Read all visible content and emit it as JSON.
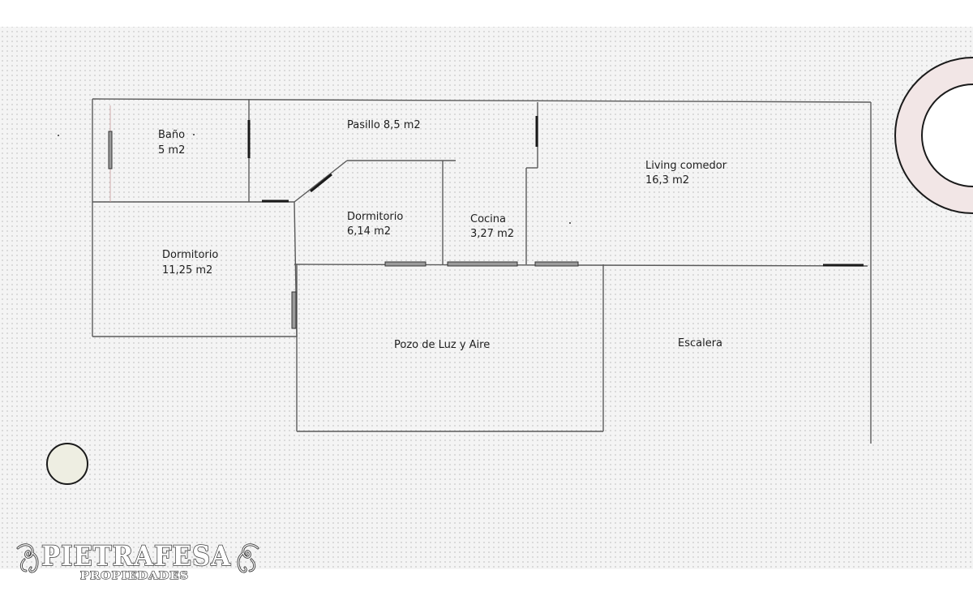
{
  "plan": {
    "rooms": [
      {
        "name": "Baño",
        "area": "5 m2"
      },
      {
        "name": "Pasillo 8,5 m2",
        "area": ""
      },
      {
        "name": "Living comedor",
        "area": "16,3 m2"
      },
      {
        "name": "Dormitorio",
        "area": "6,14 m2"
      },
      {
        "name": "Cocina",
        "area": "3,27 m2"
      },
      {
        "name": "Dormitorio",
        "area": "11,25 m2"
      },
      {
        "name": "Pozo de Luz y Aire",
        "area": ""
      },
      {
        "name": "Escalera",
        "area": ""
      }
    ]
  },
  "logo": {
    "name": "PIETRAFESA",
    "tagline": "PROPIEDADES"
  },
  "colors": {
    "wall": "#5a5a5a",
    "door": "#1a1a1a",
    "window_fill": "#9a9a9a",
    "compass_fill": "#f2e6e6",
    "marker_fill": "#eeeee2"
  }
}
